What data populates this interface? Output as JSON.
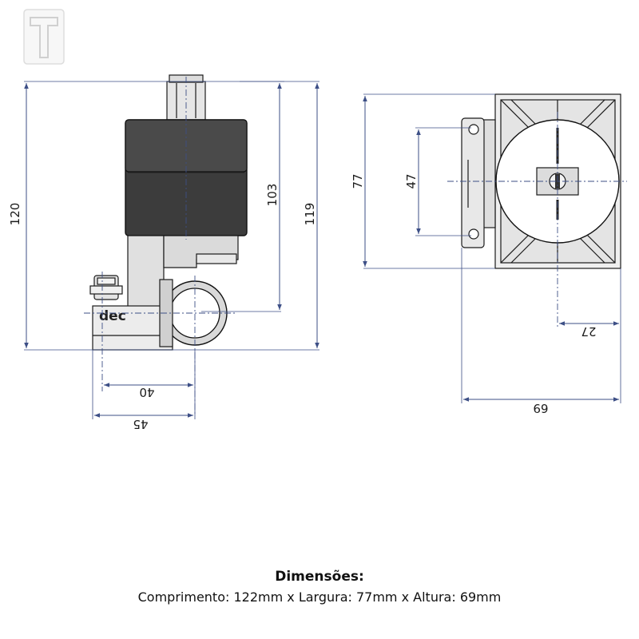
{
  "diagram": {
    "logo": "T",
    "brand_mark": "dec",
    "dimensions": {
      "left_height_120": "120",
      "left_height_103": "103",
      "left_height_119": "119",
      "left_width_40": "40",
      "left_width_45": "45",
      "right_height_77": "77",
      "right_height_47": "47",
      "right_width_27": "27",
      "right_width_69": "69"
    }
  },
  "caption": {
    "title": "Dimensões:",
    "body": "Comprimento: 122mm x Largura: 77mm x Altura: 69mm"
  }
}
